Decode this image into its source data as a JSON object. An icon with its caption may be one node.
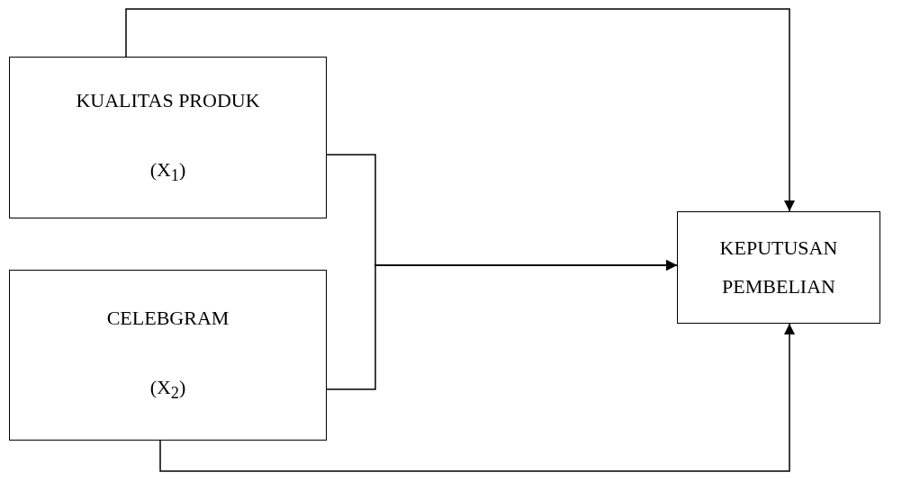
{
  "diagram": {
    "nodes": [
      {
        "text": [
          "KUALITAS PRODUK",
          "(X$_{1}$)"
        ]
      },
      {
        "text": [
          "CELEBGRAM",
          "(X$_{2}$)"
        ]
      },
      {
        "text": [
          "KEPUTUSAN PEMBELIAN"
        ]
      }
    ],
    "edges": [
      {
        "from": 0,
        "to": 2,
        "arrow": "to"
      },
      {
        "from": 0,
        "to": 2,
        "arrow": "to"
      },
      {
        "from": 1,
        "to": 2,
        "arrow": "to"
      },
      {
        "from": 1,
        "to": 2,
        "arrow": "to"
      }
    ]
  }
}
